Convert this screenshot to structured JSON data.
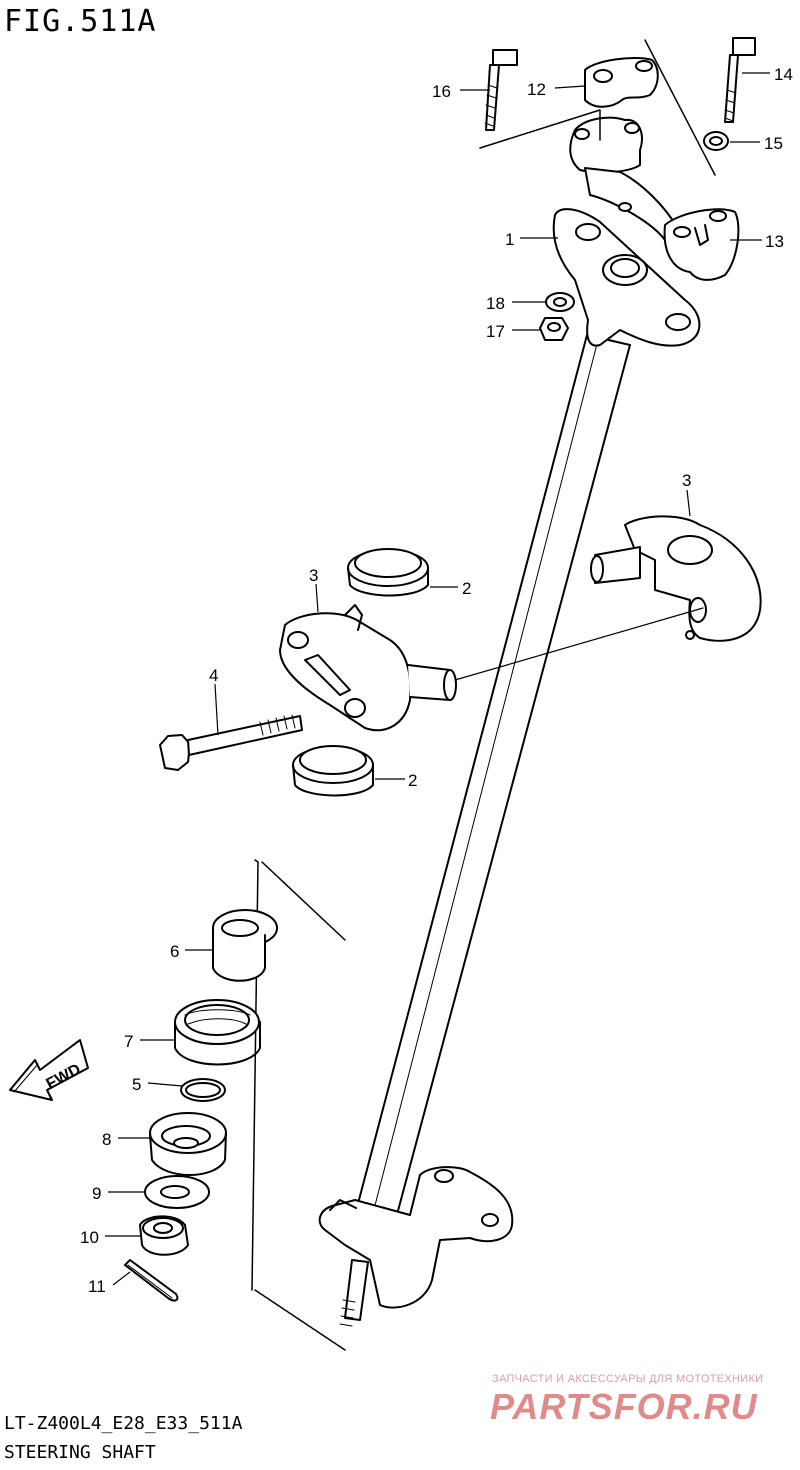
{
  "figure": {
    "title": "FIG.511A",
    "model_code": "LT-Z400L4_E28_E33_511A",
    "name": "STEERING SHAFT",
    "fwd_label": "FWD"
  },
  "callouts": {
    "c1": "1",
    "c2a": "2",
    "c2b": "2",
    "c3a": "3",
    "c3b": "3",
    "c4": "4",
    "c5": "5",
    "c6": "6",
    "c7": "7",
    "c8": "8",
    "c9": "9",
    "c10": "10",
    "c11": "11",
    "c12": "12",
    "c13": "13",
    "c14": "14",
    "c15": "15",
    "c16": "16",
    "c17": "17",
    "c18": "18"
  },
  "watermark": {
    "tagline": "ЗАПЧАСТИ И АКСЕССУАРЫ ДЛЯ МОТОТЕХНИКИ",
    "logo": "PARTSFOR.RU"
  }
}
